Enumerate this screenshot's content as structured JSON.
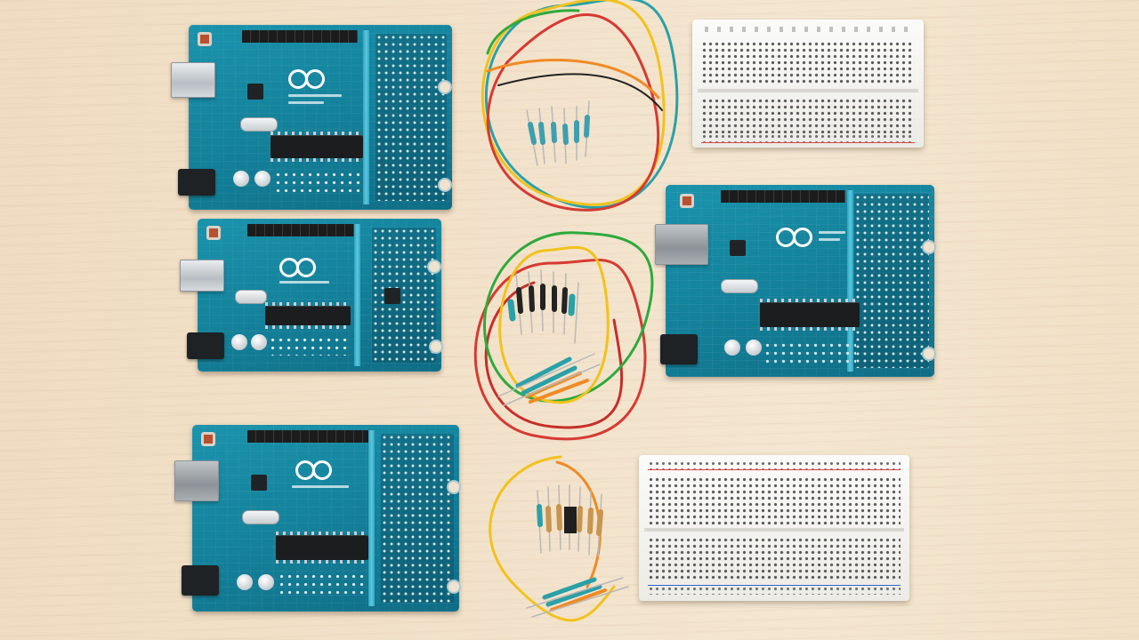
{
  "scene": {
    "subject": "electronics-kit-flat-lay",
    "surface_color": "#f2e1c9",
    "pcb_color": "#137f98",
    "breadboard_color": "#f6f6f3",
    "wire_colors": {
      "red": "#d63a32",
      "green": "#2eaa3c",
      "yellow": "#f2c21c",
      "teal": "#2aa1a8",
      "orange": "#f08a24",
      "black": "#222222"
    },
    "objects": {
      "microcontroller_boards": 4,
      "solderless_breadboards": 2,
      "jumper_wire_coils": 3,
      "component_bundles": 3
    }
  }
}
